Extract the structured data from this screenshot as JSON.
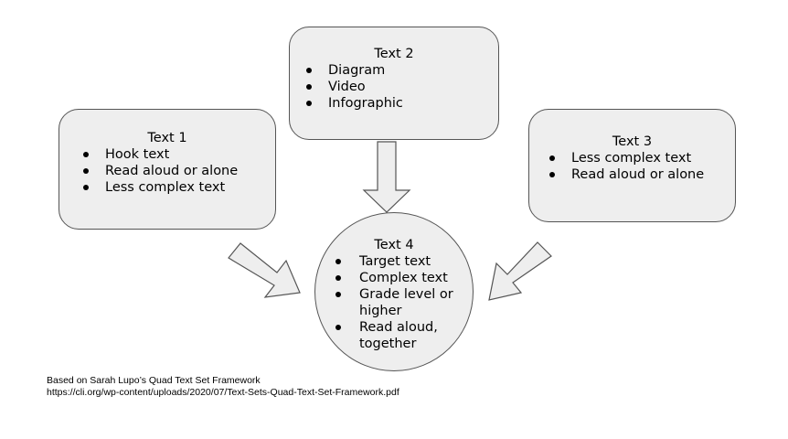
{
  "boxes": {
    "text1": {
      "title": "Text 1",
      "items": [
        "Hook text",
        "Read aloud or alone",
        "Less complex text"
      ]
    },
    "text2": {
      "title": "Text 2",
      "items": [
        "Diagram",
        "Video",
        "Infographic"
      ]
    },
    "text3": {
      "title": "Text 3",
      "items": [
        "Less complex text",
        "Read aloud or alone"
      ]
    },
    "text4": {
      "title": "Text 4",
      "items": [
        "Target text",
        "Complex text",
        "Grade level or higher",
        "Read aloud, together"
      ]
    }
  },
  "source_note": {
    "line1": "Based on Sarah Lupo’s Quad Text Set Framework",
    "line2": "https://cli.org/wp-content/uploads/2020/07/Text-Sets-Quad-Text-Set-Framework.pdf"
  },
  "colors": {
    "fill": "#eeeeee",
    "stroke": "#555555"
  }
}
